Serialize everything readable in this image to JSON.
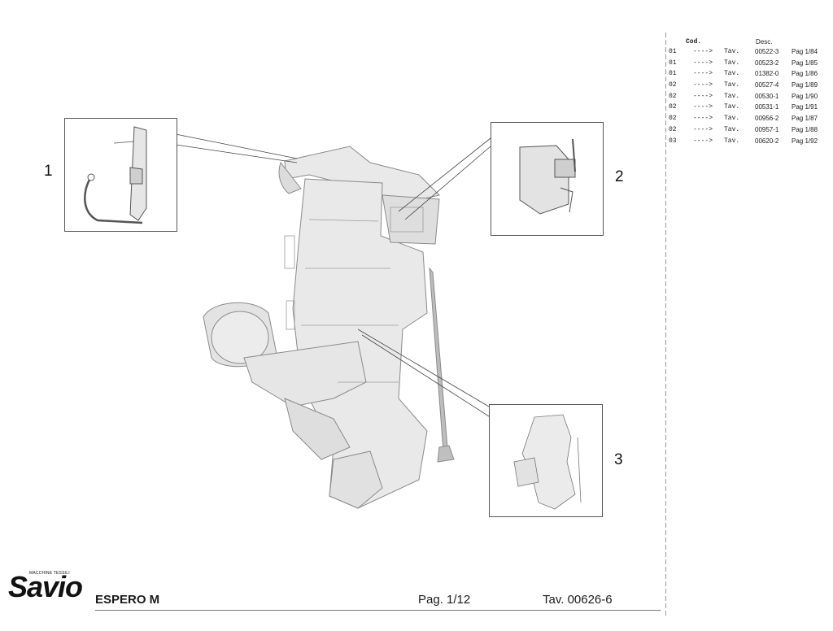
{
  "reference_table": {
    "header_code": "Cod.",
    "header_desc": "Desc.",
    "rows": [
      {
        "code": "01",
        "arrow": "---->",
        "tav": "Tav.",
        "number": "00522-3",
        "page": "Pag 1/84"
      },
      {
        "code": "01",
        "arrow": "---->",
        "tav": "Tav.",
        "number": "00523-2",
        "page": "Pag 1/85"
      },
      {
        "code": "01",
        "arrow": "---->",
        "tav": "Tav.",
        "number": "01382-0",
        "page": "Pag 1/86"
      },
      {
        "code": "02",
        "arrow": "---->",
        "tav": "Tav.",
        "number": "00527-4",
        "page": "Pag 1/89"
      },
      {
        "code": "02",
        "arrow": "---->",
        "tav": "Tav.",
        "number": "00530-1",
        "page": "Pag 1/90"
      },
      {
        "code": "02",
        "arrow": "---->",
        "tav": "Tav.",
        "number": "00531-1",
        "page": "Pag 1/91"
      },
      {
        "code": "02",
        "arrow": "---->",
        "tav": "Tav.",
        "number": "00956-2",
        "page": "Pag 1/87"
      },
      {
        "code": "02",
        "arrow": "---->",
        "tav": "Tav.",
        "number": "00957-1",
        "page": "Pag 1/88"
      },
      {
        "code": "03",
        "arrow": "---->",
        "tav": "Tav.",
        "number": "00620-2",
        "page": "Pag 1/92"
      }
    ]
  },
  "callouts": {
    "one": "1",
    "two": "2",
    "three": "3"
  },
  "footer": {
    "brand": "Savio",
    "brand_tagline": "MACCHINE TESSILI",
    "model": "ESPERO M",
    "page": "Pag. 1/12",
    "table_ref": "Tav. 00626-6"
  }
}
